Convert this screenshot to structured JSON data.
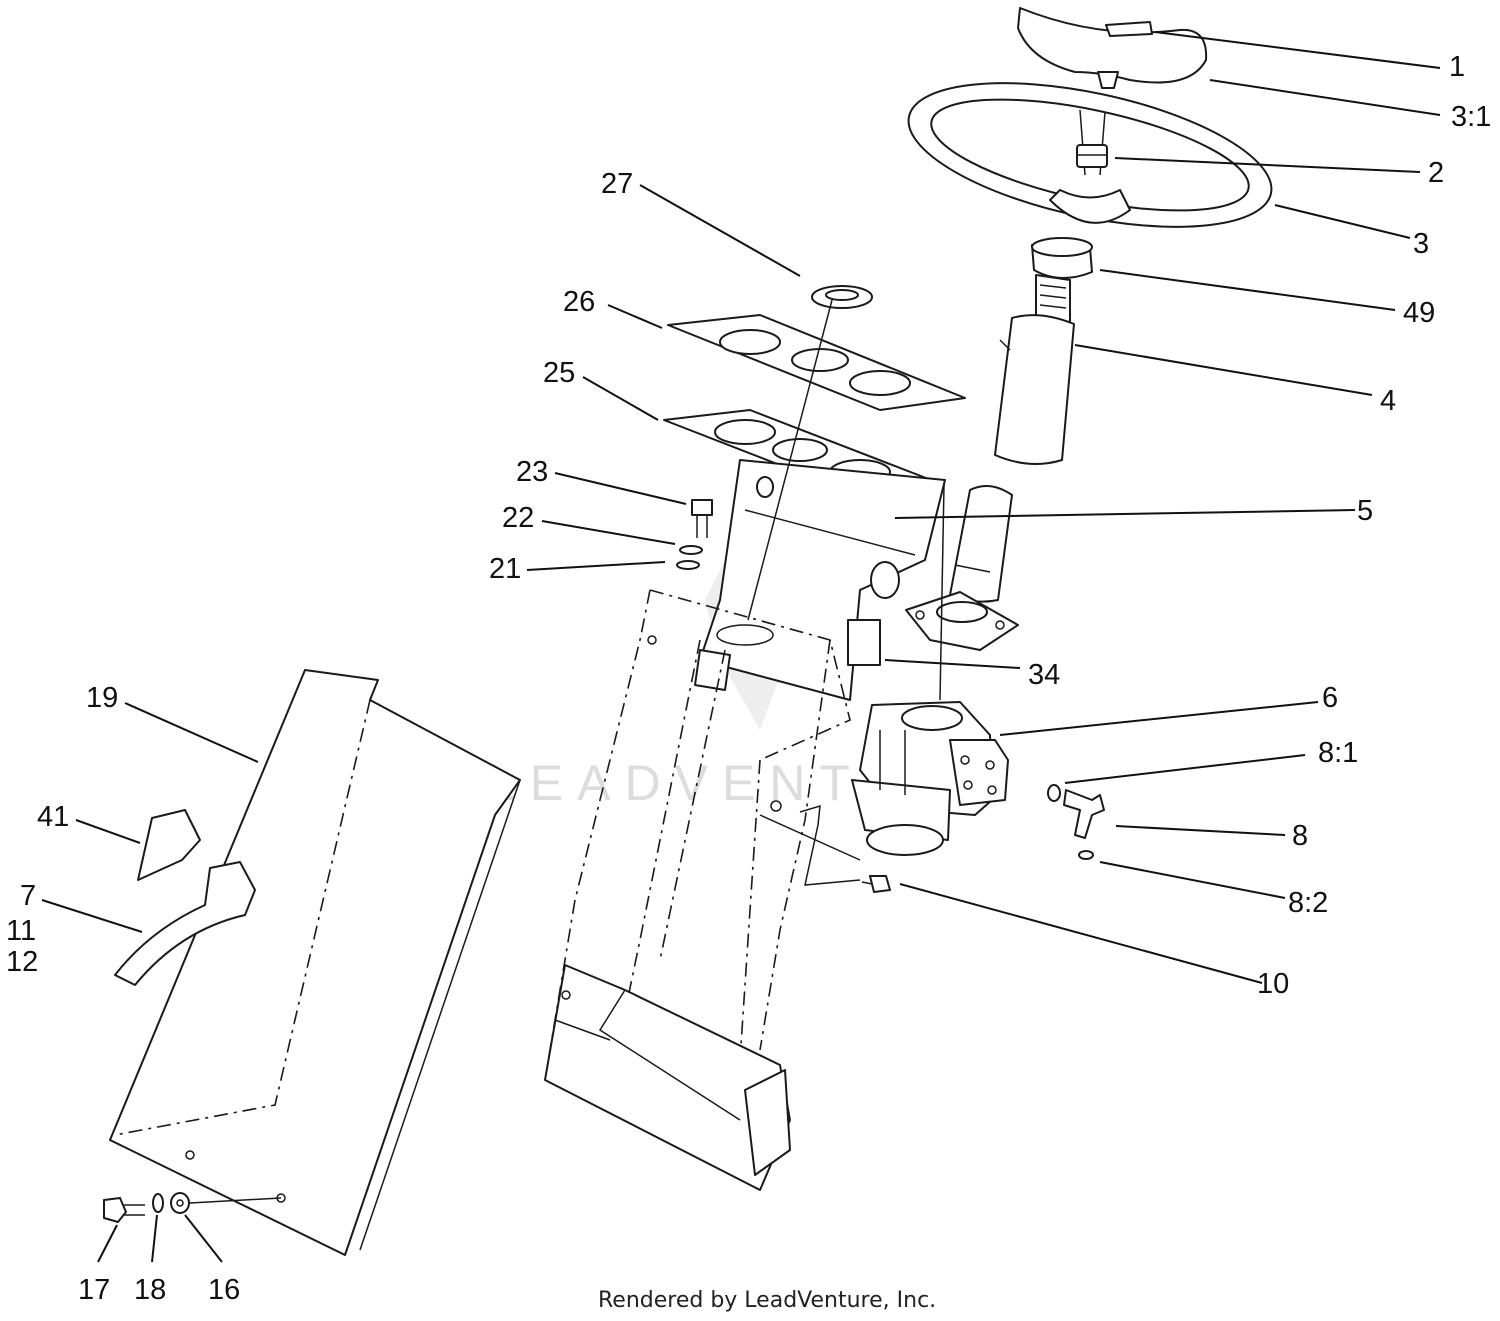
{
  "callouts": {
    "c1": "1",
    "c3_1": "3:1",
    "c2": "2",
    "c3": "3",
    "c49": "49",
    "c4": "4",
    "c27": "27",
    "c26": "26",
    "c25": "25",
    "c23": "23",
    "c22": "22",
    "c21": "21",
    "c5": "5",
    "c34": "34",
    "c6": "6",
    "c8_1": "8:1",
    "c8": "8",
    "c8_2": "8:2",
    "c10": "10",
    "c19": "19",
    "c41": "41",
    "c7": "7",
    "c11": "11",
    "c12": "12",
    "c17": "17",
    "c18": "18",
    "c16": "16"
  },
  "watermark": "LEADVENTURE",
  "footer": "Rendered by LeadVenture, Inc."
}
